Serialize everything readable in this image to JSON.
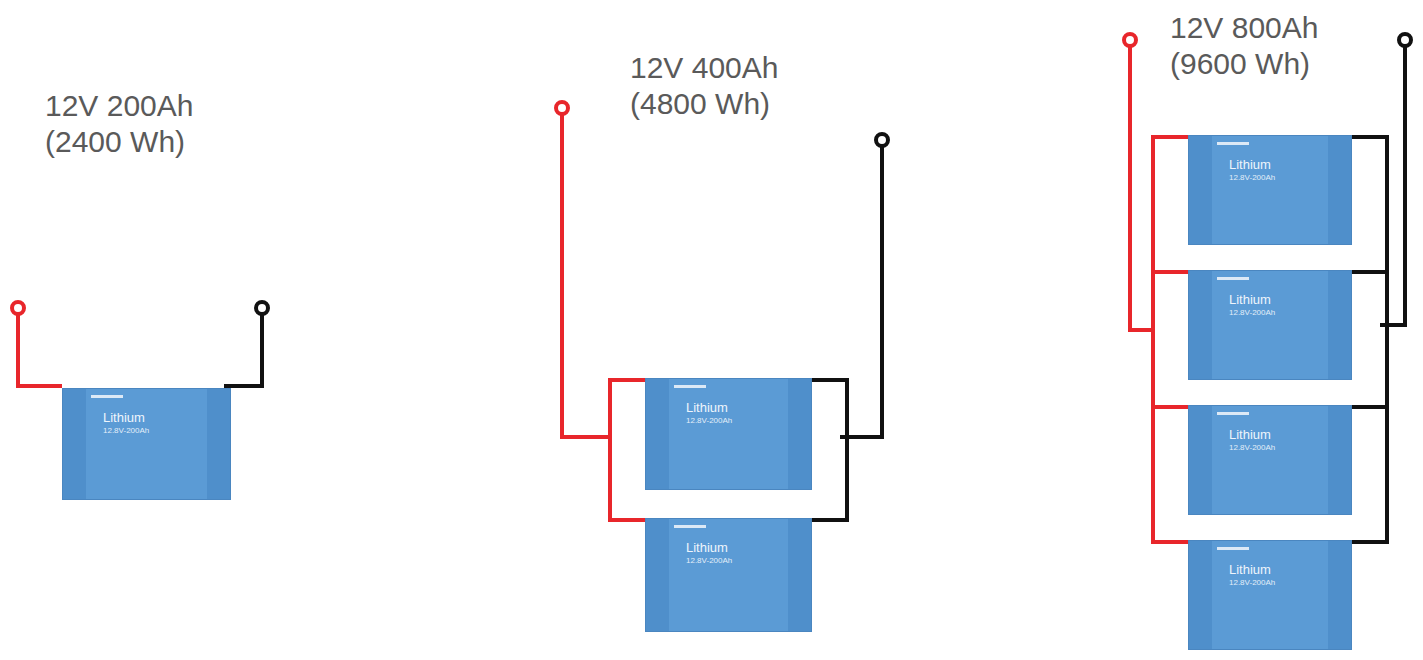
{
  "diagram": {
    "nodes": [
      {
        "text": [
          "Lithium",
          "12.8V-200Ah"
        ]
      },
      {
        "text": [
          "Lithium",
          "12.8V-200Ah"
        ]
      },
      {
        "text": [
          "Lithium",
          "12.8V-200Ah"
        ]
      },
      {
        "text": [
          "Lithium",
          "12.8V-200Ah"
        ]
      },
      {
        "text": [
          "Lithium",
          "12.8V-200Ah"
        ]
      },
      {
        "text": [
          "Lithium",
          "12.8V-200Ah"
        ]
      },
      {
        "text": [
          "Lithium",
          "12.8V-200Ah"
        ]
      }
    ],
    "edges": [
      {
        "from": 1,
        "to": 2,
        "arrow": "none"
      },
      {
        "from": 1,
        "to": 2,
        "arrow": "none"
      },
      {
        "from": 3,
        "to": 4,
        "arrow": "none"
      },
      {
        "from": 3,
        "to": 4,
        "arrow": "none"
      },
      {
        "from": 4,
        "to": 5,
        "arrow": "none"
      },
      {
        "from": 4,
        "to": 5,
        "arrow": "none"
      },
      {
        "from": 5,
        "to": 6,
        "arrow": "none"
      },
      {
        "from": 5,
        "to": 6,
        "arrow": "none"
      }
    ],
    "labels": [
      "12V 200Ah (2400 Wh)",
      "12V 400Ah (4800 Wh)",
      "12V 800Ah (9600 Wh)"
    ]
  }
}
